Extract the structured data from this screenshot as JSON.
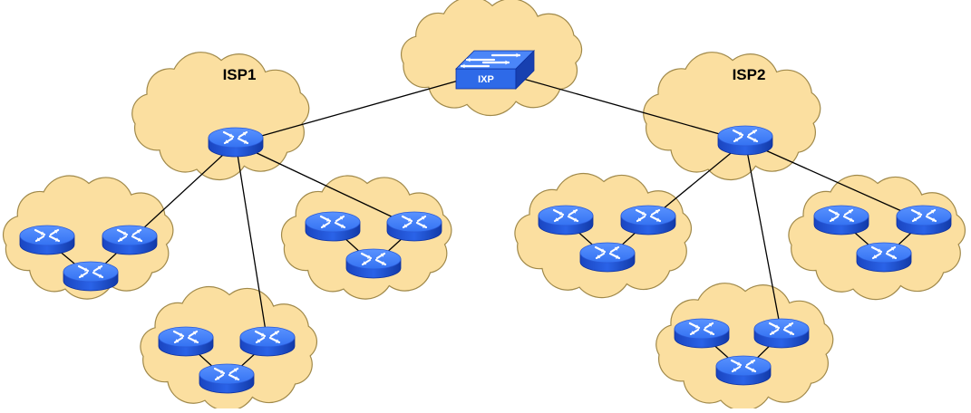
{
  "diagram": {
    "title": "",
    "colors": {
      "cloud_fill": "#FBDFA0",
      "cloud_stroke": "#A0894A",
      "device_top": "#3D7CF5",
      "device_side": "#1D4FD0",
      "device_dark": "#0B2FA0",
      "link": "#000000",
      "label": "#000000",
      "arrow": "#FFFFFF"
    },
    "clouds": [
      {
        "id": "ixp-cloud",
        "label": ""
      },
      {
        "id": "isp1-cloud",
        "label": "ISP1"
      },
      {
        "id": "isp2-cloud",
        "label": "ISP2"
      },
      {
        "id": "customer-a-cloud",
        "label": ""
      },
      {
        "id": "customer-b-cloud",
        "label": ""
      },
      {
        "id": "customer-c-cloud",
        "label": ""
      },
      {
        "id": "customer-d-cloud",
        "label": ""
      },
      {
        "id": "customer-e-cloud",
        "label": ""
      },
      {
        "id": "customer-f-cloud",
        "label": ""
      }
    ],
    "switch": {
      "id": "ixp-switch",
      "label": "IXP",
      "icon": "switch-icon"
    },
    "routers": [
      {
        "id": "isp1-core-router",
        "icon": "router-icon"
      },
      {
        "id": "isp2-core-router",
        "icon": "router-icon"
      },
      {
        "id": "a-left-router",
        "icon": "router-icon"
      },
      {
        "id": "a-right-router",
        "icon": "router-icon"
      },
      {
        "id": "a-bottom-router",
        "icon": "router-icon"
      },
      {
        "id": "b-left-router",
        "icon": "router-icon"
      },
      {
        "id": "b-right-router",
        "icon": "router-icon"
      },
      {
        "id": "b-bottom-router",
        "icon": "router-icon"
      },
      {
        "id": "c-left-router",
        "icon": "router-icon"
      },
      {
        "id": "c-right-router",
        "icon": "router-icon"
      },
      {
        "id": "c-bottom-router",
        "icon": "router-icon"
      },
      {
        "id": "d-left-router",
        "icon": "router-icon"
      },
      {
        "id": "d-right-router",
        "icon": "router-icon"
      },
      {
        "id": "d-bottom-router",
        "icon": "router-icon"
      },
      {
        "id": "e-left-router",
        "icon": "router-icon"
      },
      {
        "id": "e-right-router",
        "icon": "router-icon"
      },
      {
        "id": "e-bottom-router",
        "icon": "router-icon"
      },
      {
        "id": "f-left-router",
        "icon": "router-icon"
      },
      {
        "id": "f-right-router",
        "icon": "router-icon"
      },
      {
        "id": "f-bottom-router",
        "icon": "router-icon"
      }
    ],
    "links": [
      [
        "isp1-core-router",
        "ixp-switch"
      ],
      [
        "isp2-core-router",
        "ixp-switch"
      ],
      [
        "isp1-core-router",
        "a-right-router"
      ],
      [
        "isp1-core-router",
        "b-right-router"
      ],
      [
        "isp1-core-router",
        "c-right-router"
      ],
      [
        "isp2-core-router",
        "d-right-router"
      ],
      [
        "isp2-core-router",
        "e-right-router"
      ],
      [
        "isp2-core-router",
        "f-right-router"
      ],
      [
        "a-left-router",
        "a-bottom-router"
      ],
      [
        "a-right-router",
        "a-bottom-router"
      ],
      [
        "b-left-router",
        "b-bottom-router"
      ],
      [
        "b-right-router",
        "b-bottom-router"
      ],
      [
        "c-left-router",
        "c-bottom-router"
      ],
      [
        "c-right-router",
        "c-bottom-router"
      ],
      [
        "d-left-router",
        "d-bottom-router"
      ],
      [
        "d-right-router",
        "d-bottom-router"
      ],
      [
        "e-left-router",
        "e-bottom-router"
      ],
      [
        "e-right-router",
        "e-bottom-router"
      ],
      [
        "f-left-router",
        "f-bottom-router"
      ],
      [
        "f-right-router",
        "f-bottom-router"
      ]
    ]
  }
}
